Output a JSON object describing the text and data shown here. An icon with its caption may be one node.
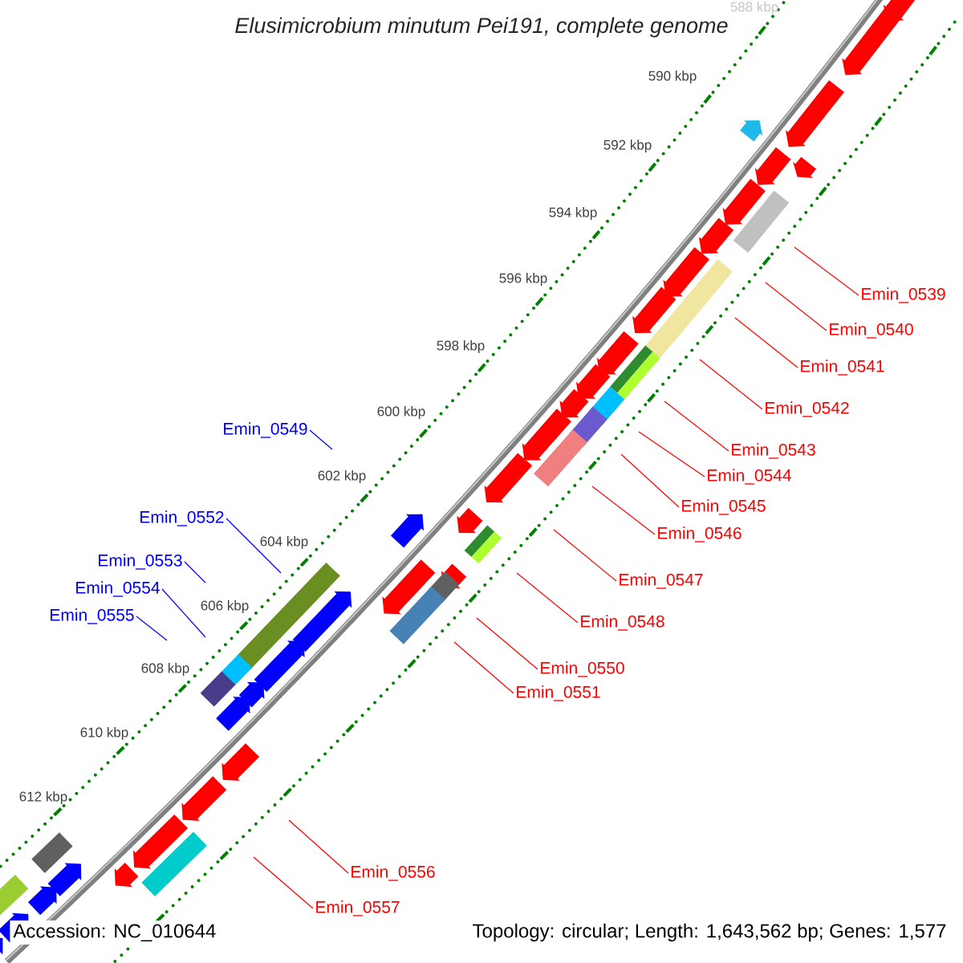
{
  "diagram": {
    "title": "Elusimicrobium minutum Pei191, complete genome",
    "nodes": [
      {
        "text": [
          "Emin_0539"
        ]
      },
      {
        "text": [
          "Emin_0540"
        ]
      },
      {
        "text": [
          "Emin_0541"
        ]
      },
      {
        "text": [
          "Emin_0542"
        ]
      },
      {
        "text": [
          "Emin_0549"
        ]
      },
      {
        "text": [
          "Emin_0543"
        ]
      },
      {
        "text": [
          "Emin_0544"
        ]
      },
      {
        "text": [
          "Emin_0545"
        ]
      },
      {
        "text": [
          "Emin_0546"
        ]
      },
      {
        "text": [
          "Emin_0552"
        ]
      },
      {
        "text": [
          "Emin_0547"
        ]
      },
      {
        "text": [
          "Emin_0553"
        ]
      },
      {
        "text": [
          "Emin_0554"
        ]
      },
      {
        "text": [
          "Emin_0548"
        ]
      },
      {
        "text": [
          "Emin_0555"
        ]
      },
      {
        "text": [
          "Emin_0550"
        ]
      },
      {
        "text": [
          "Emin_0551"
        ]
      },
      {
        "text": [
          "Emin_0556"
        ]
      },
      {
        "text": [
          "Emin_0557"
        ]
      }
    ],
    "edges": [
      {
        "from": 0,
        "to": null,
        "arrow": "none"
      },
      {
        "from": 1,
        "to": null,
        "arrow": "none"
      },
      {
        "from": 2,
        "to": null,
        "arrow": "none"
      },
      {
        "from": 3,
        "to": null,
        "arrow": "none"
      },
      {
        "from": 4,
        "to": null,
        "arrow": "none",
        "color": "#0000ff"
      },
      {
        "from": 5,
        "to": null,
        "arrow": "none"
      },
      {
        "from": 6,
        "to": null,
        "arrow": "none"
      },
      {
        "from": 7,
        "to": null,
        "arrow": "none"
      },
      {
        "from": 8,
        "to": null,
        "arrow": "none"
      },
      {
        "from": 9,
        "to": null,
        "arrow": "none",
        "color": "#0000ff"
      },
      {
        "from": 10,
        "to": null,
        "arrow": "none"
      },
      {
        "from": 11,
        "to": null,
        "arrow": "none",
        "color": "#0000ff"
      },
      {
        "from": 12,
        "to": null,
        "arrow": "none",
        "color": "#0000ff"
      },
      {
        "from": 13,
        "to": null,
        "arrow": "none"
      },
      {
        "from": 14,
        "to": null,
        "arrow": "none",
        "color": "#0000ff"
      },
      {
        "from": 15,
        "to": null,
        "arrow": "none"
      },
      {
        "from": 16,
        "to": null,
        "arrow": "none"
      },
      {
        "from": 17,
        "to": null,
        "arrow": "none"
      },
      {
        "from": 18,
        "to": null,
        "arrow": "none"
      }
    ],
    "labels": [
      "588 kbp",
      "590 kbp",
      "592 kbp",
      "594 kbp",
      "596 kbp",
      "598 kbp",
      "600 kbp",
      "602 kbp",
      "604 kbp",
      "606 kbp",
      "608 kbp",
      "610 kbp",
      "612 kbp",
      "Accession: NC_010644",
      "Topology: circular; Length: 1,643,562 bp; Genes: 1,577"
    ]
  }
}
